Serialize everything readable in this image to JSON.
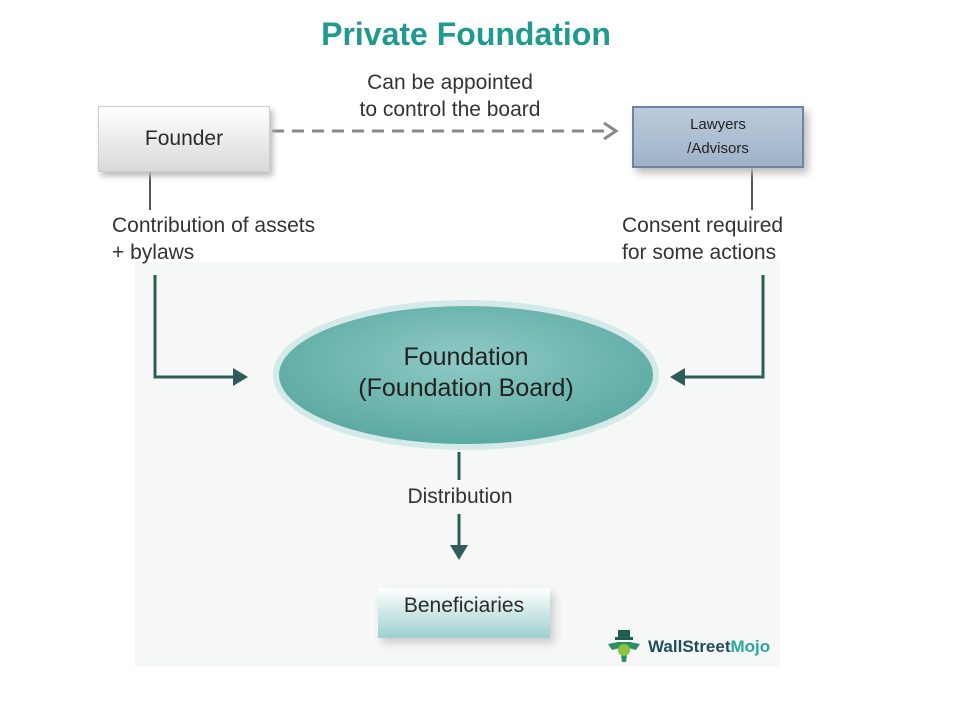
{
  "title": "Private Foundation",
  "edges": {
    "appoint_line1": "Can be appointed",
    "appoint_line2": "to control the board",
    "contribution_line1": "Contribution of assets",
    "contribution_line2": "+ bylaws",
    "consent_line1": "Consent required",
    "consent_line2": "for some actions",
    "distribution": "Distribution"
  },
  "nodes": {
    "founder": "Founder",
    "lawyers_line1": "Lawyers",
    "lawyers_line2": "/Advisors",
    "foundation_line1": "Foundation",
    "foundation_line2": "(Foundation Board)",
    "beneficiaries": "Beneficiaries"
  },
  "logo": {
    "part1": "WallStreet",
    "part2": "Mojo"
  },
  "colors": {
    "title": "#1f9a8f",
    "arrow": "#2f5c5a",
    "ellipse": "#6fb5af"
  }
}
